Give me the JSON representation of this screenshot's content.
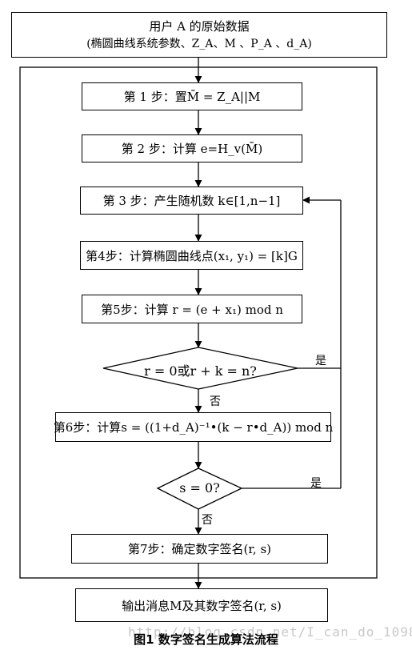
{
  "input_box": {
    "line1": "用户 A 的原始数据",
    "line2": "(椭圆曲线系统参数、Z_A、M 、P_A 、d_A)"
  },
  "steps": [
    "第 1 步：置M̄ = Z_A||M",
    "第 2 步：计算 e=H_v(M̄)",
    "第 3 步：产生随机数 k∈[1,n−1]",
    "第4步：计算椭圆曲线点(x₁, y₁) = [k]G",
    "第5步：计算 r = (e + x₁) mod n",
    "第6步：计算s = ((1+d_A)⁻¹•(k − r•d_A)) mod n",
    "第7步：确定数字签名(r, s)"
  ],
  "decisions": {
    "d1": "r = 0或r + k = n?",
    "d2": "s = 0?"
  },
  "branch_labels": {
    "yes": "是",
    "no": "否"
  },
  "output_box": "输出消息M及其数字签名(r, s)",
  "caption": "图1   数字签名生成算法流程",
  "watermark": "http://blog.csdn.net/I_can_do_1098"
}
